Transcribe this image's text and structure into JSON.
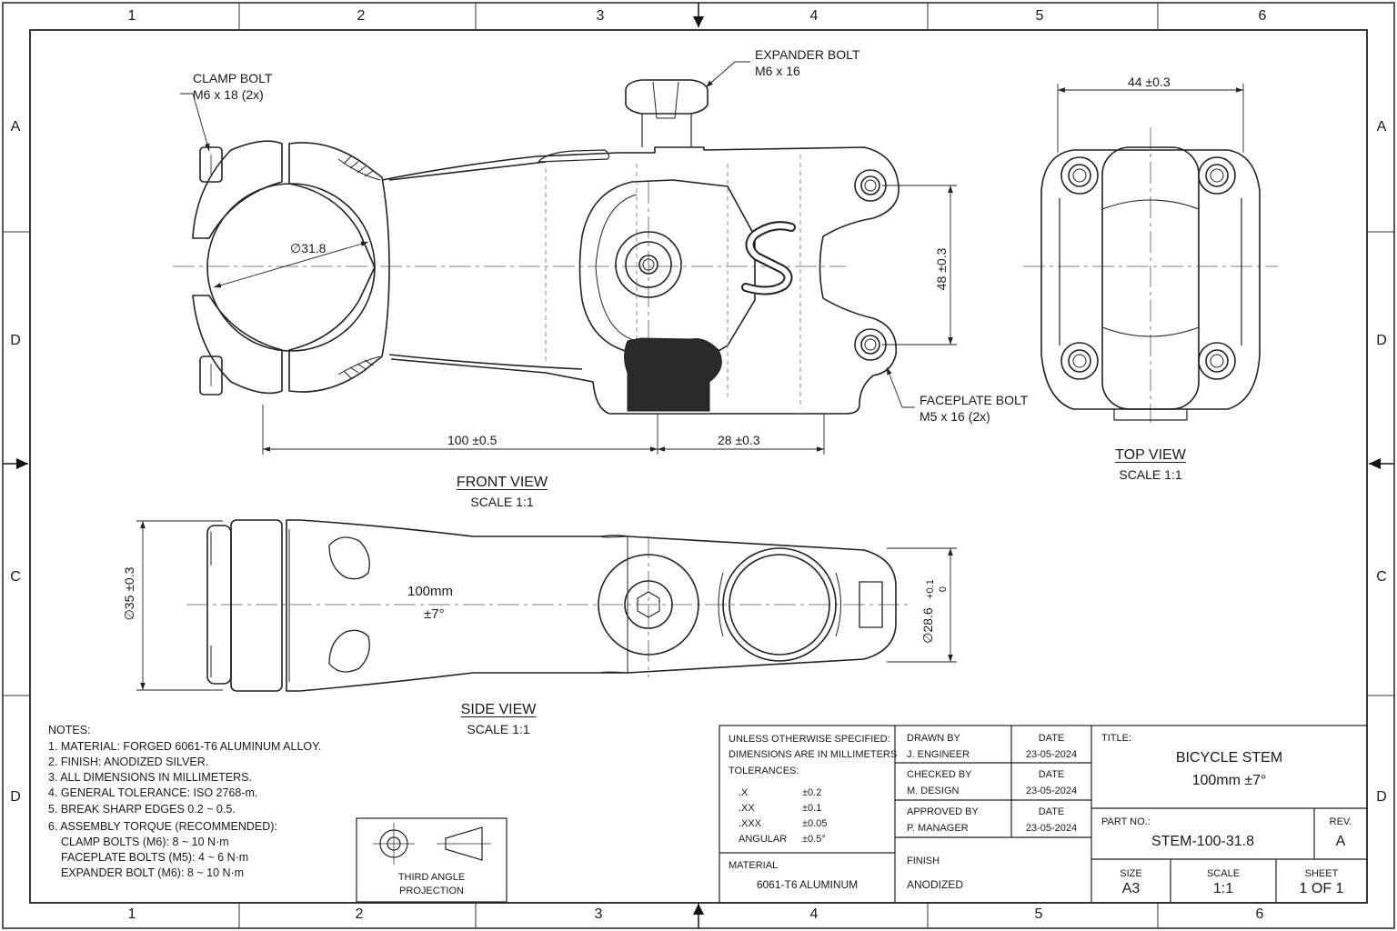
{
  "grid": {
    "columns": [
      "1",
      "2",
      "3",
      "4",
      "5",
      "6"
    ],
    "rows": [
      "A",
      "D",
      "C",
      "D"
    ]
  },
  "callouts": {
    "clamp_bolt": {
      "line1": "CLAMP BOLT",
      "line2": "M6 x 18 (2x)"
    },
    "expander_bolt": {
      "line1": "EXPANDER BOLT",
      "line2": "M6 x 16"
    },
    "faceplate_bolt": {
      "line1": "FACEPLATE BOLT",
      "line2": "M5 x 16 (2x)"
    }
  },
  "dimensions": {
    "clamp_diameter": "∅31.8",
    "length": "100 ±0.5",
    "steerer_offset": "28 ±0.3",
    "faceplate_height": "48 ±0.3",
    "top_width": "44 ±0.3",
    "side_height": "∅35 ±0.3",
    "steerer_dia": "∅28.6",
    "steerer_tol_upper": "+0.1",
    "steerer_tol_lower": "0",
    "side_length": "100mm",
    "side_angle": "±7°"
  },
  "views": {
    "front": {
      "title": "FRONT VIEW",
      "scale": "SCALE 1:1"
    },
    "top": {
      "title": "TOP VIEW",
      "scale": "SCALE 1:1"
    },
    "side": {
      "title": "SIDE VIEW",
      "scale": "SCALE 1:1"
    }
  },
  "notes": {
    "heading": "NOTES:",
    "items": [
      "1. MATERIAL: FORGED 6061-T6 ALUMINUM ALLOY.",
      "2. FINISH: ANODIZED SILVER.",
      "3. ALL DIMENSIONS IN MILLIMETERS.",
      "4. GENERAL TOLERANCE: ISO 2768-m.",
      "5. BREAK SHARP EDGES 0.2 ~ 0.5.",
      "6. ASSEMBLY TORQUE (RECOMMENDED):",
      "CLAMP BOLTS (M6): 8 ~ 10 N·m",
      "FACEPLATE BOLTS (M5): 4 ~ 6 N·m",
      "EXPANDER BOLT (M6): 8 ~ 10 N·m"
    ]
  },
  "projection": {
    "line1": "THIRD ANGLE",
    "line2": "PROJECTION"
  },
  "title_block": {
    "unless_1": "UNLESS OTHERWISE SPECIFIED:",
    "unless_2": "DIMENSIONS ARE IN MILLIMETERS",
    "tolerances_label": "TOLERANCES:",
    "tolerances": [
      {
        "k": ".X",
        "v": "±0.2"
      },
      {
        "k": ".XX",
        "v": "±0.1"
      },
      {
        "k": ".XXX",
        "v": "±0.05"
      },
      {
        "k": "ANGULAR",
        "v": "±0.5°"
      }
    ],
    "material_label": "MATERIAL",
    "material": "6061-T6 ALUMINUM",
    "drawn_by_label": "DRAWN BY",
    "drawn_by": "J. ENGINEER",
    "checked_by_label": "CHECKED BY",
    "checked_by": "M. DESIGN",
    "approved_by_label": "APPROVED BY",
    "approved_by": "P. MANAGER",
    "date_label": "DATE",
    "drawn_date": "23-05-2024",
    "checked_date": "23-05-2024",
    "approved_date": "23-05-2024",
    "finish_label": "FINISH",
    "finish": "ANODIZED",
    "title_label": "TITLE:",
    "title_1": "BICYCLE STEM",
    "title_2": "100mm ±7°",
    "part_no_label": "PART NO.:",
    "part_no": "STEM-100-31.8",
    "rev_label": "REV.",
    "rev": "A",
    "size_label": "SIZE",
    "size": "A3",
    "scale_label": "SCALE",
    "scale": "1:1",
    "sheet_label": "SHEET",
    "sheet": "1 OF 1"
  }
}
